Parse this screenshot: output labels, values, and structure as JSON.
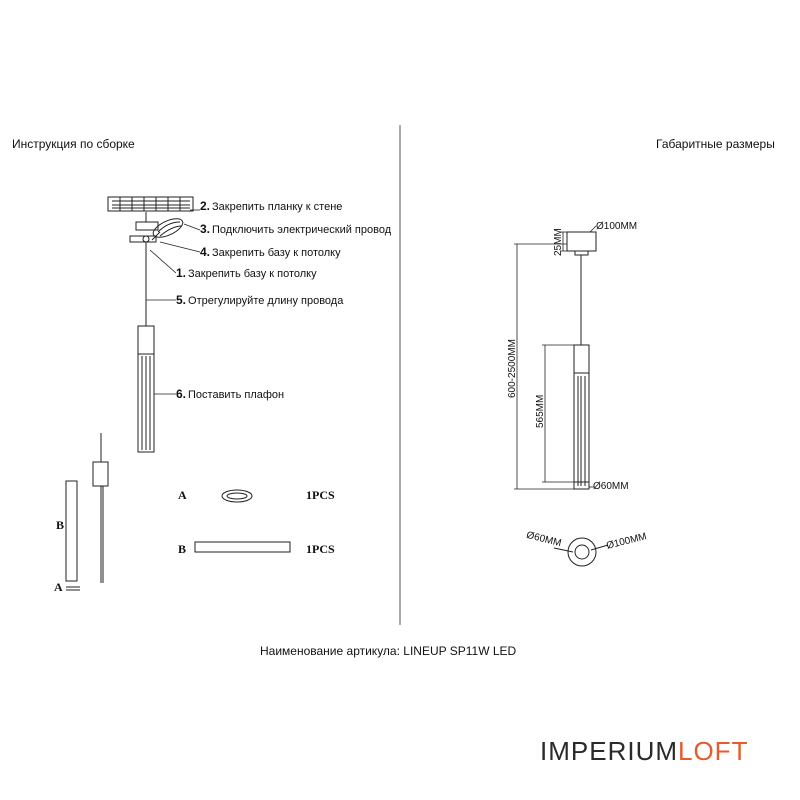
{
  "headings": {
    "left": "Инструкция по сборке",
    "right": "Габаритные размеры"
  },
  "steps": [
    {
      "num": "2.",
      "text": "Закрепить планку к стене"
    },
    {
      "num": "3.",
      "text": "Подключить электрический провод"
    },
    {
      "num": "4.",
      "text": "Закрепить базу к потолку"
    },
    {
      "num": "1.",
      "text": "Закрепить базу к потолку"
    },
    {
      "num": "5.",
      "text": "Отрегулируйте длину провода"
    },
    {
      "num": "6.",
      "text": "Поставить плафон"
    }
  ],
  "parts": [
    {
      "letter": "A",
      "qty": "1PCS"
    },
    {
      "letter": "B",
      "qty": "1PCS"
    }
  ],
  "part_labels": {
    "b": "B",
    "a": "A"
  },
  "dimensions": {
    "canopy_height": "25MM",
    "canopy_diameter": "Ø100MM",
    "cable_length": "600-2500MM",
    "shade_length": "565MM",
    "shade_diameter": "Ø60MM",
    "top_small": "Ø60MM",
    "top_large": "Ø100MM"
  },
  "article": "Наименование артикула: LINEUP SP11W LED",
  "logo": {
    "part1": "IMPERIUM",
    "part2": "LOFT",
    "color1": "#2a2a2a",
    "color2": "#e85a2a"
  }
}
